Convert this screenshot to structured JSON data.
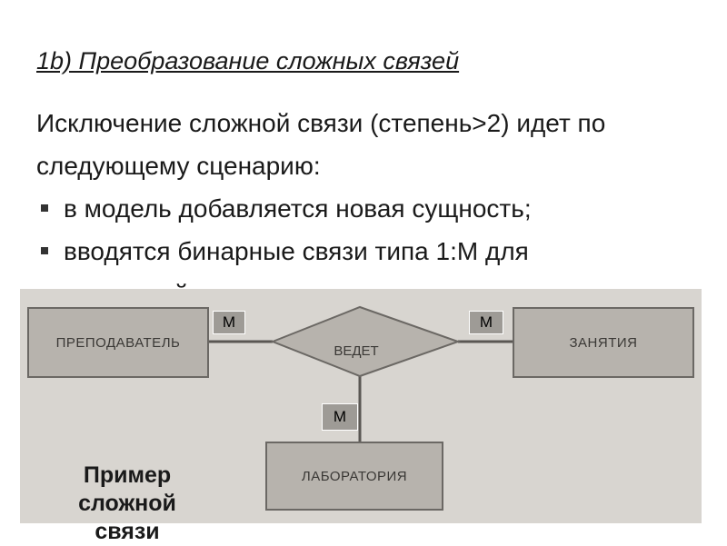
{
  "title": "1b) Преобразование сложных связей",
  "intro": {
    "paragraph": "Исключение сложной связи (степень>2) идет по следующему сценарию:",
    "bullets": [
      "в модель добавляется новая сущность;",
      "вводятся бинарные связи типа 1:М для",
      "связи этой сущности с исходными"
    ]
  },
  "diagram": {
    "entities": {
      "teacher": "ПРЕПОДАВАТЕЛЬ",
      "classes": "ЗАНЯТИЯ",
      "laboratory": "ЛАБОРАТОРИЯ"
    },
    "relationship": "ВЕДЕТ",
    "cardinalities": {
      "teacher_side": "М",
      "classes_side": "М",
      "laboratory_side": "М"
    }
  },
  "caption": "Пример сложной связи",
  "colors": {
    "figure_bg": "#d8d5d0",
    "entity_fill": "#b7b3ad",
    "card_fill": "#9e9b96"
  }
}
